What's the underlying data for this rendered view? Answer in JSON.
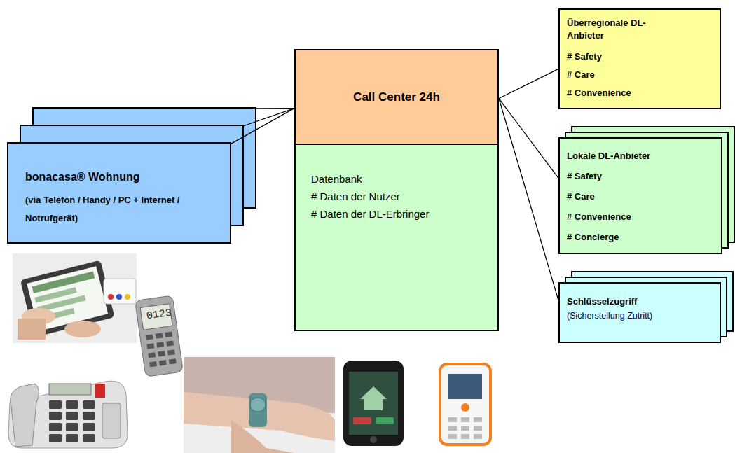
{
  "diagram": {
    "nodes": [
      {
        "text": [
          "bonacasa® Wohnung",
          "(via Telefon / Handy / PC + Internet / Notrufgerät)"
        ]
      },
      {
        "text": [
          "Call Center 24h",
          "Datenbank",
          "# Daten der Nutzer",
          "# Daten der DL-Erbringer"
        ]
      },
      {
        "text": [
          "Überregionale DL-Anbieter",
          "# Safety",
          "# Care",
          "# Convenience"
        ]
      },
      {
        "text": [
          "Lokale DL-Anbieter",
          "# Safety",
          "# Care",
          "# Convenience",
          "# Concierge"
        ]
      },
      {
        "text": [
          "Schlüsselzugriff",
          "(Sicherstellung Zutritt)"
        ]
      }
    ],
    "edges": [
      {
        "from": 0,
        "to": 1,
        "arrow": "none"
      },
      {
        "from": 1,
        "to": 2,
        "arrow": "none"
      },
      {
        "from": 1,
        "to": 3,
        "arrow": "none"
      },
      {
        "from": 1,
        "to": 4,
        "arrow": "none"
      }
    ],
    "labels": [
      "0123"
    ]
  }
}
